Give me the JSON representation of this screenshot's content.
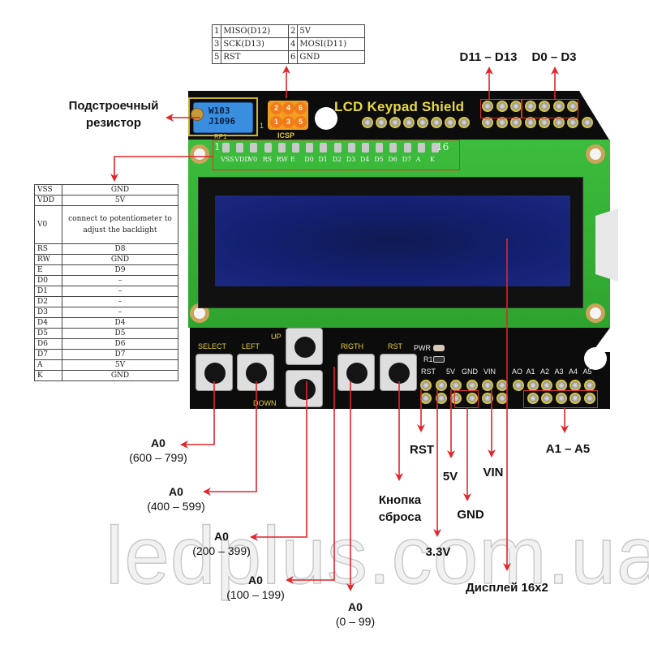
{
  "colors": {
    "arrow": "#e0252b",
    "pcb_black": "#0c0c0c",
    "pcb_green": "#35b135",
    "silkscreen": "#e8d848",
    "lcd_blue": "#132070"
  },
  "icsp_table": {
    "rows": [
      [
        {
          "num": "1",
          "name": "MISO(D12)"
        },
        {
          "num": "2",
          "name": "5V"
        }
      ],
      [
        {
          "num": "3",
          "name": "SCK(D13)"
        },
        {
          "num": "4",
          "name": "MOSI(D11)"
        }
      ],
      [
        {
          "num": "5",
          "name": "RST"
        },
        {
          "num": "6",
          "name": "GND"
        }
      ]
    ]
  },
  "lcd_table": {
    "rows": [
      {
        "pin": "VSS",
        "conn": "GND"
      },
      {
        "pin": "VDD",
        "conn": "5V"
      },
      {
        "pin": "V0",
        "conn": "connect to potentiometer to adjust the backlight"
      },
      {
        "pin": "RS",
        "conn": "D8"
      },
      {
        "pin": "RW",
        "conn": "GND"
      },
      {
        "pin": "E",
        "conn": "D9"
      },
      {
        "pin": "D0",
        "conn": "–"
      },
      {
        "pin": "D1",
        "conn": "–"
      },
      {
        "pin": "D2",
        "conn": "–"
      },
      {
        "pin": "D3",
        "conn": "–"
      },
      {
        "pin": "D4",
        "conn": "D4"
      },
      {
        "pin": "D5",
        "conn": "D5"
      },
      {
        "pin": "D6",
        "conn": "D6"
      },
      {
        "pin": "D7",
        "conn": "D7"
      },
      {
        "pin": "A",
        "conn": "5V"
      },
      {
        "pin": "K",
        "conn": "GND"
      }
    ]
  },
  "board": {
    "title": "LCD Keypad Shield",
    "pot_text_1": "W103",
    "pot_text_2": "J1096",
    "pot_label": "RP1",
    "pot_pin1": "1",
    "icsp_label": "ICSP",
    "icsp_pins": [
      "2",
      "4",
      "6",
      "1",
      "3",
      "5"
    ],
    "lcd_pin_first": "1",
    "lcd_pin_last": "16",
    "lcd_pin_labels": [
      "VSS",
      "VDD",
      "V0",
      "RS",
      "RW",
      "E",
      "D0",
      "D1",
      "D2",
      "D3",
      "D4",
      "D5",
      "D6",
      "D7",
      "A",
      "K"
    ],
    "buttons": [
      {
        "id": "select",
        "label": "SELECT"
      },
      {
        "id": "left",
        "label": "LEFT"
      },
      {
        "id": "up",
        "label": "UP"
      },
      {
        "id": "down",
        "label": "DOWN"
      },
      {
        "id": "right",
        "label": "RIGTH"
      },
      {
        "id": "rst",
        "label": "RST"
      }
    ],
    "pwr_label": "PWR",
    "r1_label": "R1",
    "power_header_labels": [
      "RST",
      "5V",
      "GND",
      "VIN"
    ],
    "analog_header_labels": [
      "AO",
      "A1",
      "A2",
      "A3",
      "A4",
      "A5"
    ]
  },
  "callouts": {
    "trimmer": "Подстроечный резистор",
    "d11_d13": "D11 – D13",
    "d0_d3": "D0 – D3",
    "select": {
      "name": "A0",
      "range": "(600 – 799)"
    },
    "left": {
      "name": "A0",
      "range": "(400 – 599)"
    },
    "down": {
      "name": "A0",
      "range": "(200 – 399)"
    },
    "up": {
      "name": "A0",
      "range": "(100 – 199)"
    },
    "right": {
      "name": "A0",
      "range": "(0 – 99)"
    },
    "reset_button": "Кнопка сброса",
    "rst": "RST",
    "v33": "3.3V",
    "v5": "5V",
    "gnd": "GND",
    "vin": "VIN",
    "display": "Дисплей 16x2",
    "a1_a5": "A1 – A5"
  },
  "watermark": "ledplus.com.ua"
}
